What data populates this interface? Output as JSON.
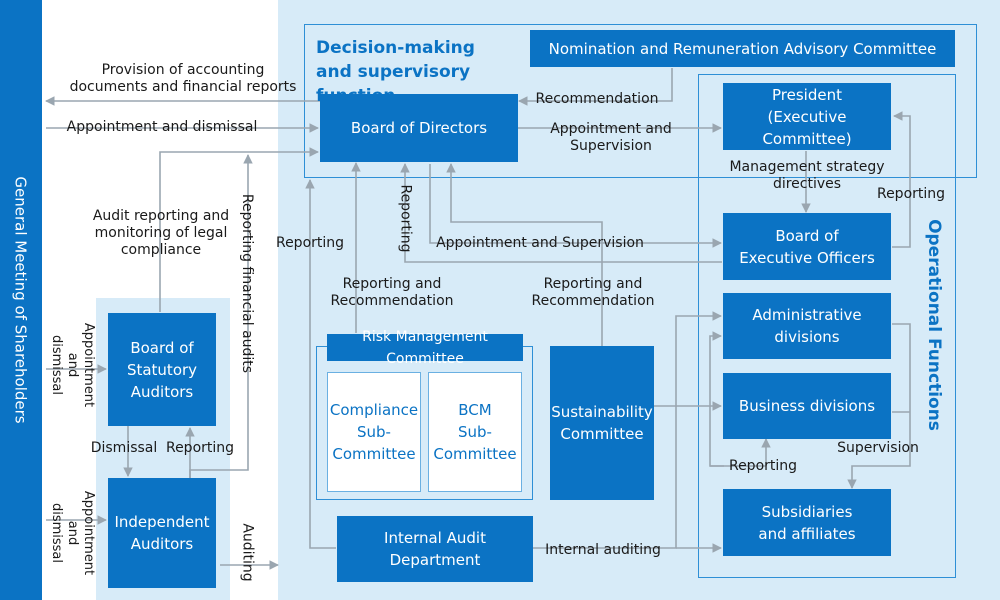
{
  "shareholders": "General Meeting of Shareholders",
  "heads": {
    "decision": "Decision-making and\nsupervisory function",
    "operational": "Operational Functions"
  },
  "boxes": {
    "nomination": "Nomination and Remuneration Advisory Committee",
    "board": "Board of Directors",
    "president": "President\n(Executive Committee)",
    "exec_officers": "Board of\nExecutive Officers",
    "admin": "Administrative\ndivisions",
    "business": "Business divisions",
    "subsidiaries": "Subsidiaries\nand affiliates",
    "statutory": "Board of\nStatutory\nAuditors",
    "independent": "Independent\nAuditors",
    "risk": "Risk Management Committee",
    "compliance": "Compliance\nSub-\nCommittee",
    "bcm": "BCM\nSub-\nCommittee",
    "sustainability": "Sustainability\nCommittee",
    "internal_audit": "Internal Audit\nDepartment"
  },
  "labels": {
    "provision": "Provision of accounting\ndocuments and financial reports",
    "appointment_dismissal": "Appointment and dismissal",
    "recommendation": "Recommendation",
    "appointment_supervision": "Appointment and\nSupervision",
    "mgmt_strategy": "Management strategy\ndirectives",
    "reporting_right": "Reporting",
    "audit_reporting": "Audit reporting and\nmonitoring of legal\ncompliance",
    "reporting_financial": "Reporting financial audits",
    "reporting_left": "Reporting",
    "reporting_vertical": "Reporting",
    "appointment_supervision_2": "Appointment and Supervision",
    "reporting_recommendation_1": "Reporting and\nRecommendation",
    "reporting_recommendation_2": "Reporting and\nRecommendation",
    "appt_dismissal_1": "Appointment\nand dismissal",
    "appt_dismissal_2": "Appointment\nand dismissal",
    "dismissal": "Dismissal",
    "reporting_aud": "Reporting",
    "auditing": "Auditing",
    "internal_auditing": "Internal auditing",
    "reporting_sub": "Reporting",
    "supervision": "Supervision"
  },
  "colors": {
    "primary": "#0b73c4",
    "light": "#d7ebf8",
    "arrow": "#9aa6b0"
  }
}
